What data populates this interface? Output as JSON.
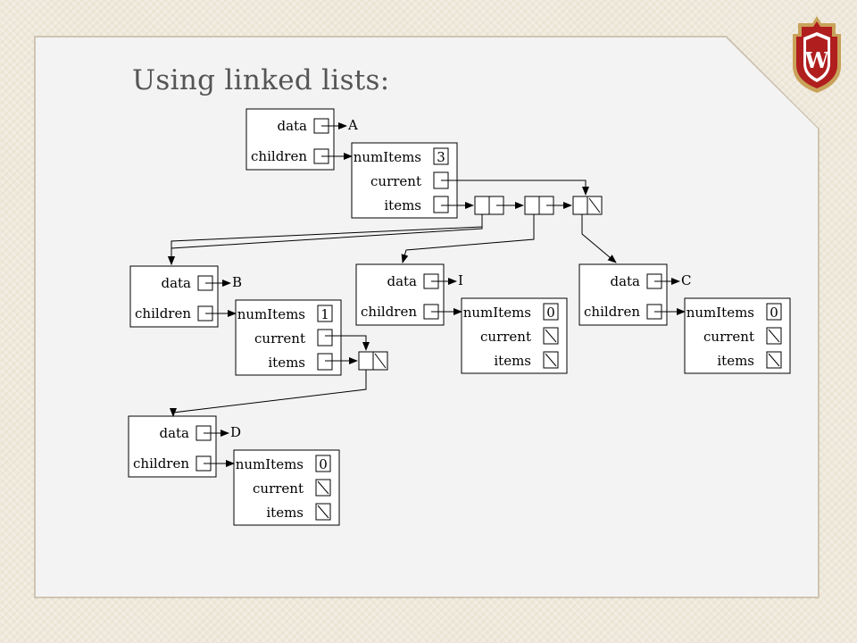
{
  "slide": {
    "title": "Using linked lists:"
  },
  "logo": {
    "name": "university-crest-icon",
    "letter": "W",
    "colors": {
      "red": "#b01e1e",
      "gold": "#c9a25a"
    }
  },
  "diagram": {
    "field_labels": {
      "data": "data",
      "children": "children",
      "numItems": "numItems",
      "current": "current",
      "items": "items"
    },
    "nodes": [
      {
        "id": "A",
        "label": "A",
        "numItems": "3"
      },
      {
        "id": "B",
        "label": "B",
        "numItems": "1"
      },
      {
        "id": "I",
        "label": "I",
        "numItems": "0"
      },
      {
        "id": "C",
        "label": "C",
        "numItems": "0"
      },
      {
        "id": "D",
        "label": "D",
        "numItems": "0"
      }
    ]
  }
}
